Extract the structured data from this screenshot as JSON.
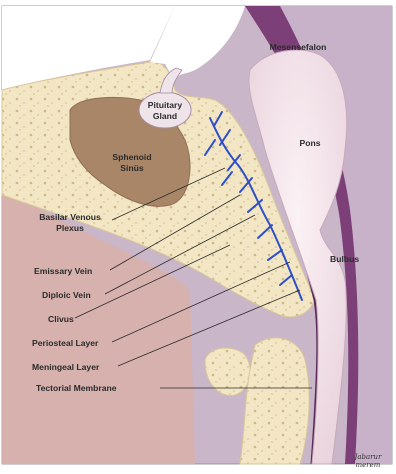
{
  "labels": {
    "pituitary_line1": "Pituitary",
    "pituitary_line2": "Gland",
    "mesensefalon": "Mesensefalon",
    "sphenoid_line1": "Sphenoid",
    "sphenoid_line2": "Sinüs",
    "pons": "Pons",
    "basilar_line1": "Basilar Venous",
    "basilar_line2": "Plexus",
    "bulbus": "Bulbus",
    "emissary_vein": "Emissary Vein",
    "diploic_vein": "Diploic Vein",
    "clivus": "Clivus",
    "periosteal_layer": "Periosteal Layer",
    "meningeal_layer": "Meningeal Layer",
    "tectorial_membrane": "Tectorial Membrane"
  },
  "signature_line1": "Jabarur",
  "signature_line2": "merem",
  "colors": {
    "bone": "#f3e6c4",
    "bone_spots": "#cdb98a",
    "sinus": "#a88667",
    "brainstem": "#f6e9ee",
    "background_mauve": "#c9b6c9",
    "dura_purple": "#7c3f78",
    "pharynx": "#d6b1ad",
    "veins": "#2f4fc9"
  }
}
